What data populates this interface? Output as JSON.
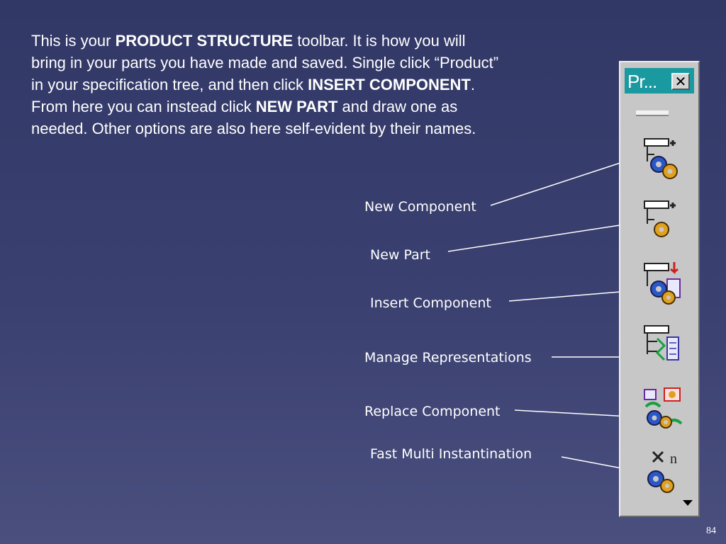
{
  "intro": {
    "s1": "This is your ",
    "b1": "PRODUCT STRUCTURE",
    "s2": " toolbar. It is how you will bring in your parts you have made and saved. Single click “Product” in your specification tree, and then click ",
    "b2": "INSERT COMPONENT",
    "s3": ". From here you can instead click ",
    "b3": "NEW PART",
    "s4": " and draw one as needed. Other options are also here self-evident by their names."
  },
  "labels": {
    "new_component": "New Component",
    "new_part": "New Part",
    "insert_component": "Insert Component",
    "manage_representations": "Manage Representations",
    "replace_component": "Replace Component",
    "fast_multi_instantiation": "Fast Multi Instantination"
  },
  "toolbar": {
    "title": "Pr...",
    "close": "✕",
    "multi_suffix": "n"
  },
  "icons": {
    "new_component": "new-component-icon",
    "new_part": "new-part-icon",
    "insert_component": "insert-component-icon",
    "manage_representations": "manage-representations-icon",
    "replace_component": "replace-component-icon",
    "fast_multi_instantiation": "fast-multi-instantiation-icon"
  },
  "colors": {
    "background": "#3a4070",
    "toolbar": "#c7c7c7",
    "titlebar": "#1a9aa0",
    "gear_blue": "#2a58c8",
    "gear_orange": "#e0a020",
    "accent_red": "#cc2020",
    "accent_green": "#18a040"
  },
  "page": {
    "number": "84"
  }
}
